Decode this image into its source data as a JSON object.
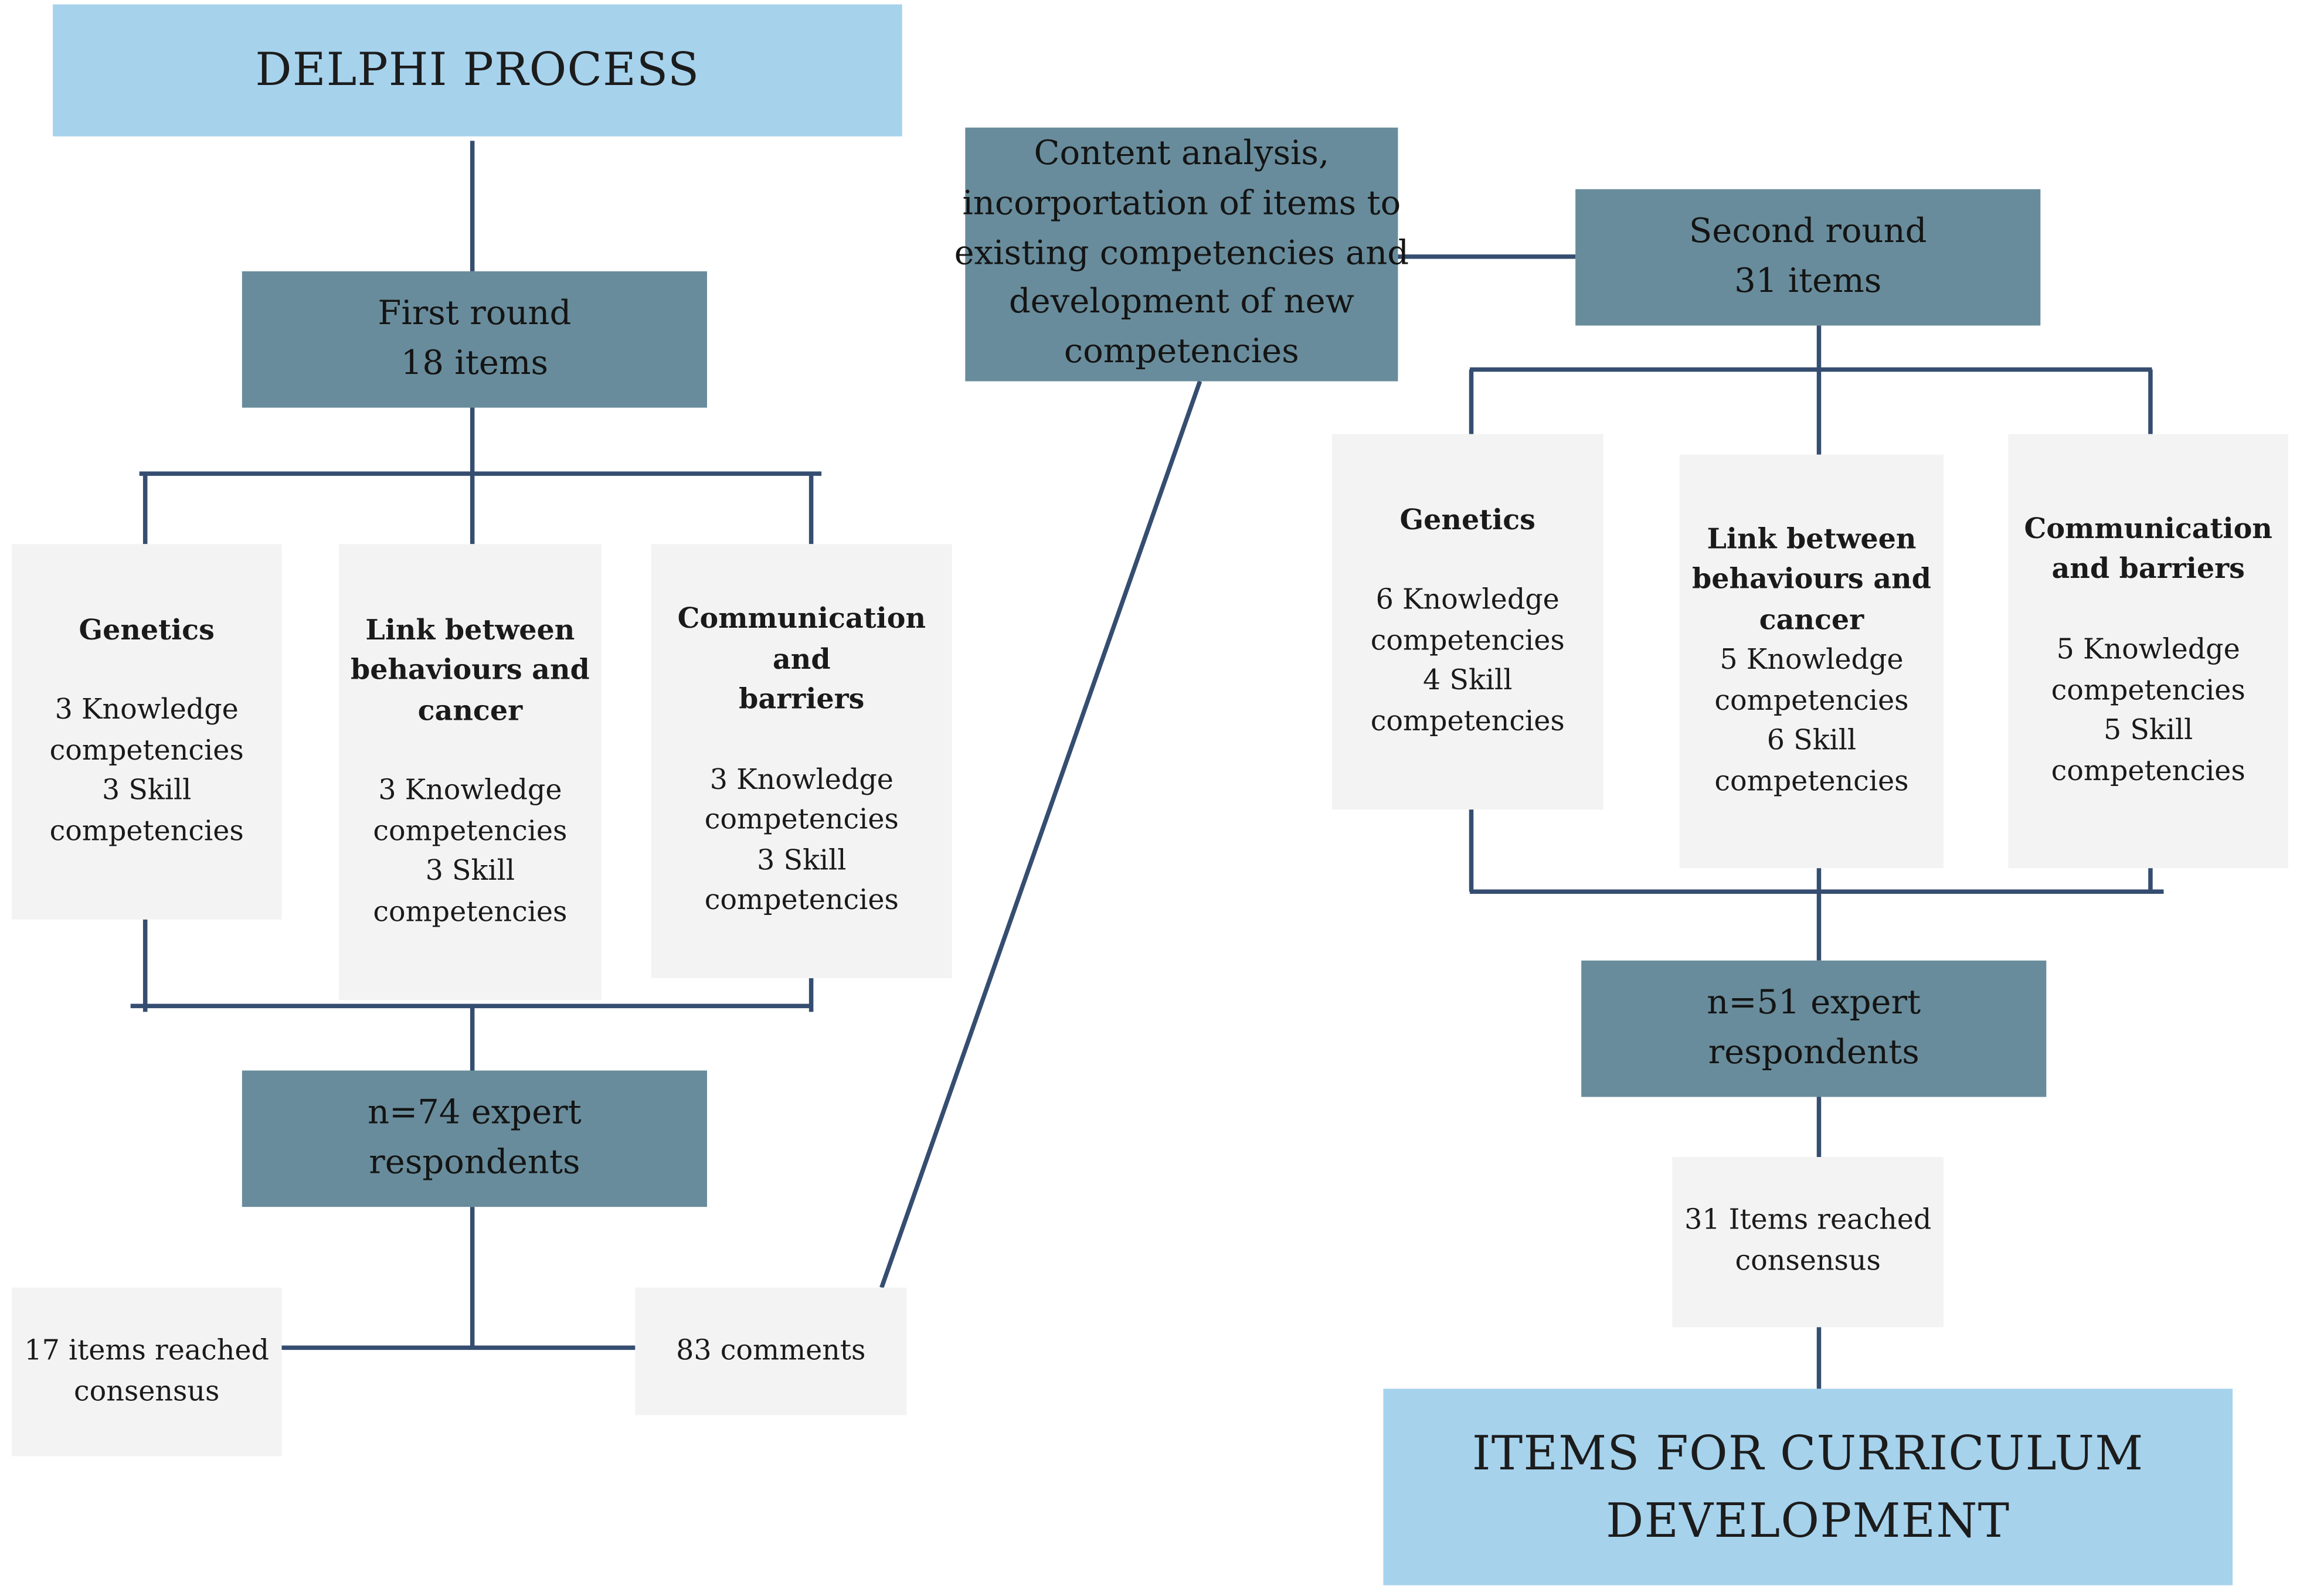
{
  "delphi_process": "DELPHI PROCESS",
  "first_round": {
    "title": "First round",
    "items": "18 items"
  },
  "first_groups": [
    {
      "title_lines": [
        "Genetics"
      ],
      "body_lines": [
        "3 Knowledge",
        "competencies",
        "3 Skill",
        "competencies"
      ]
    },
    {
      "title_lines": [
        "Link between",
        "behaviours and",
        "cancer"
      ],
      "body_lines": [
        "3 Knowledge",
        "competencies",
        "3 Skill",
        "competencies"
      ]
    },
    {
      "title_lines": [
        "Communication and",
        "barriers"
      ],
      "body_lines": [
        "3 Knowledge",
        "competencies",
        "3 Skill",
        "competencies"
      ]
    }
  ],
  "first_respondents": [
    "n=74 expert",
    "respondents"
  ],
  "first_consensus": [
    "17 items reached",
    "consensus"
  ],
  "first_comments": "83 comments",
  "content_analysis": [
    "Content analysis,",
    "incorportation of items to",
    "existing competencies and",
    "development of new",
    "competencies"
  ],
  "second_round": {
    "title": "Second round",
    "items": "31 items"
  },
  "second_groups": [
    {
      "title_lines": [
        "Genetics"
      ],
      "body_lines": [
        "6 Knowledge",
        "competencies",
        "4 Skill",
        "competencies"
      ]
    },
    {
      "title_lines": [
        "Link between",
        "behaviours and",
        "cancer"
      ],
      "body_lines": [
        "5 Knowledge",
        "competencies",
        "6 Skill",
        "competencies"
      ]
    },
    {
      "title_lines": [
        "Communication",
        "and barriers"
      ],
      "body_lines": [
        "5 Knowledge",
        "competencies",
        "5 Skill",
        "competencies"
      ]
    }
  ],
  "second_respondents": [
    "n=51 expert",
    "respondents"
  ],
  "second_consensus": [
    "31 Items reached",
    "consensus"
  ],
  "final_output": [
    "ITEMS FOR CURRICULUM",
    "DEVELOPMENT"
  ]
}
